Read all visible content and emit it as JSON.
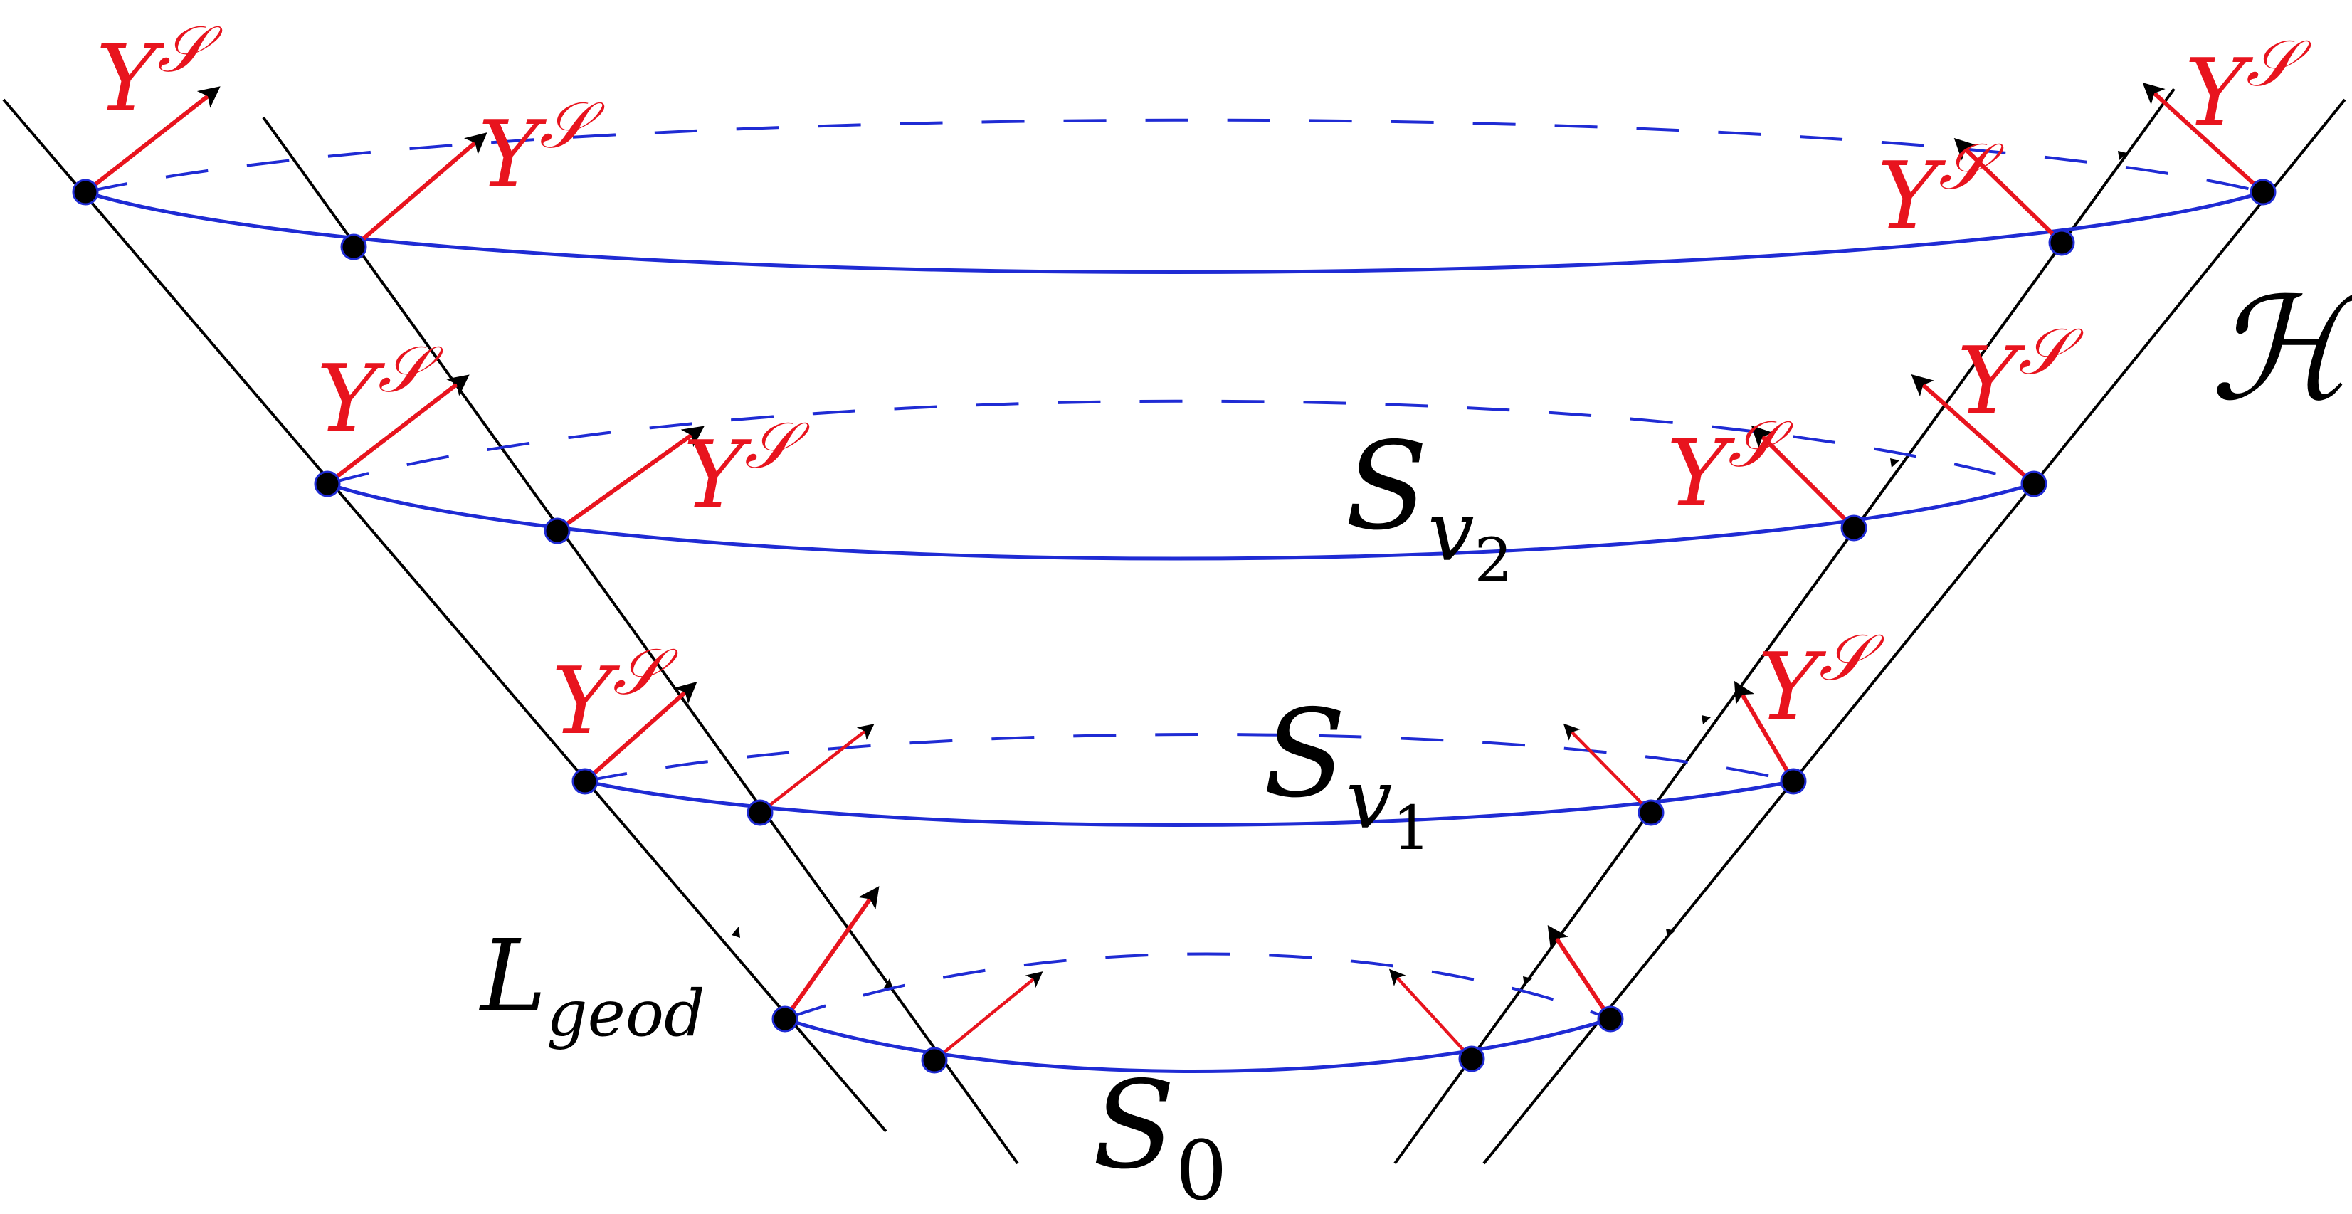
{
  "labels": {
    "horizon": "ℋ",
    "section_v2_base": "S",
    "section_v2_sub": "v",
    "section_v2_subsub": "2",
    "section_v1_base": "S",
    "section_v1_sub": "v",
    "section_v1_subsub": "1",
    "section_0_base": "S",
    "section_0_sub": "0",
    "geodesic_base": "L",
    "geodesic_sub": "geod",
    "vector_base": "Y",
    "vector_sup": "𝒮"
  },
  "colors": {
    "section": "#1f2bd4",
    "vector": "#e8141e",
    "generator": "#000000"
  }
}
